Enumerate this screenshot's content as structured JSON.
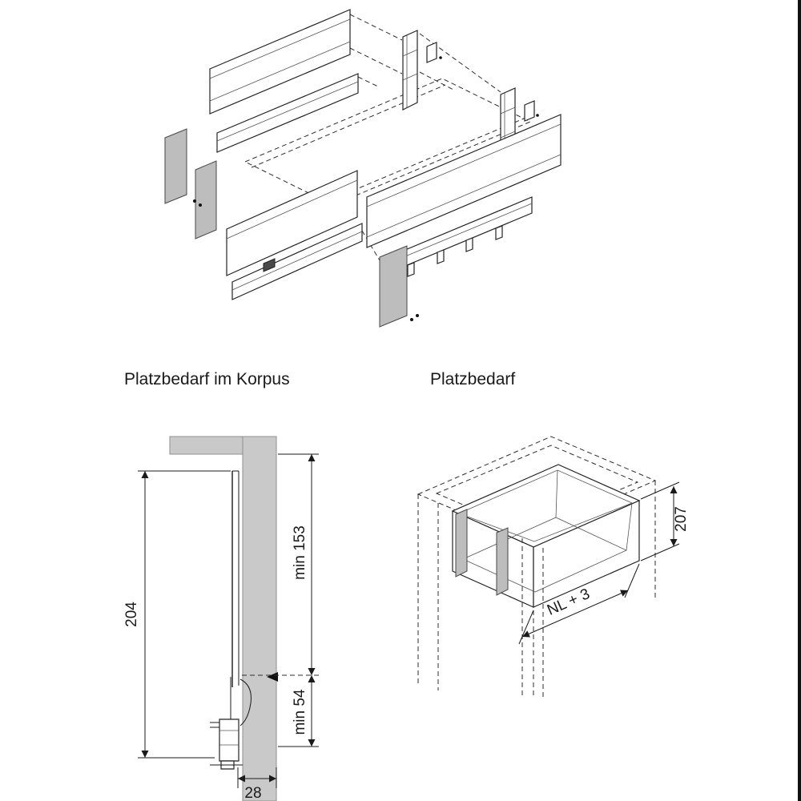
{
  "titles": {
    "korpus": "Platzbedarf im Korpus",
    "platzbedarf": "Platzbedarf"
  },
  "korpus_dims": {
    "total_height": "204",
    "min_top": "min 153",
    "min_bottom": "min 54",
    "side_clearance": "28"
  },
  "platzbedarf_dims": {
    "height": "207",
    "length": "NL + 3"
  },
  "colors": {
    "background": "#ffffff",
    "line": "#1a1a1a",
    "panel_gray": "#bdbdbd",
    "wall_gray": "#c9c9c9",
    "edge_bar": "#111111"
  }
}
